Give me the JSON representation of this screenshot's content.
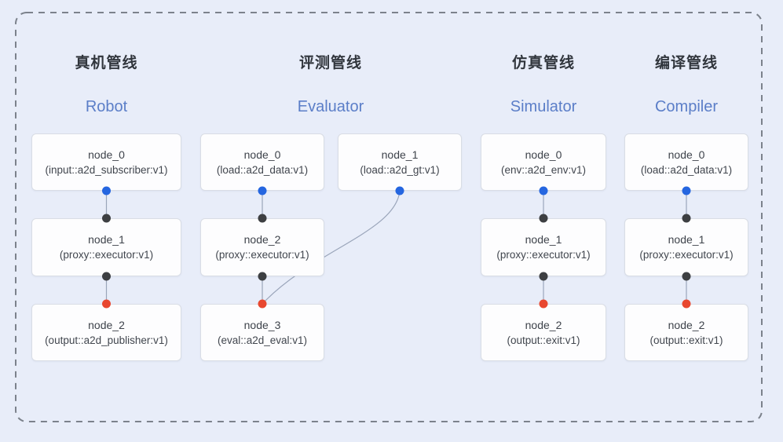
{
  "colors": {
    "background": "#e8edf9",
    "dashed_border": "#7c828c",
    "edge": "#9aa5ba",
    "port_blue": "#2566e0",
    "port_dark": "#3d3f42",
    "port_red": "#e8472f",
    "node_bg": "#fdfdfe",
    "node_border": "#d9dde5",
    "title_zh_color": "#31363d",
    "title_en_color": "#5b7ec8"
  },
  "pipelines": [
    {
      "title_zh": "真机管线",
      "title_en": "Robot",
      "nodes": [
        {
          "name": "node_0",
          "detail": "(input::a2d_subscriber:v1)"
        },
        {
          "name": "node_1",
          "detail": "(proxy::executor:v1)"
        },
        {
          "name": "node_2",
          "detail": "(output::a2d_publisher:v1)"
        }
      ]
    },
    {
      "title_zh": "评测管线",
      "title_en": "Evaluator",
      "nodes": [
        {
          "name": "node_0",
          "detail": "(load::a2d_data:v1)"
        },
        {
          "name": "node_1",
          "detail": "(load::a2d_gt:v1)"
        },
        {
          "name": "node_2",
          "detail": "(proxy::executor:v1)"
        },
        {
          "name": "node_3",
          "detail": "(eval::a2d_eval:v1)"
        }
      ]
    },
    {
      "title_zh": "仿真管线",
      "title_en": "Simulator",
      "nodes": [
        {
          "name": "node_0",
          "detail": "(env::a2d_env:v1)"
        },
        {
          "name": "node_1",
          "detail": "(proxy::executor:v1)"
        },
        {
          "name": "node_2",
          "detail": "(output::exit:v1)"
        }
      ]
    },
    {
      "title_zh": "编译管线",
      "title_en": "Compiler",
      "nodes": [
        {
          "name": "node_0",
          "detail": "(load::a2d_data:v1)"
        },
        {
          "name": "node_1",
          "detail": "(proxy::executor:v1)"
        },
        {
          "name": "node_2",
          "detail": "(output::exit:v1)"
        }
      ]
    }
  ]
}
